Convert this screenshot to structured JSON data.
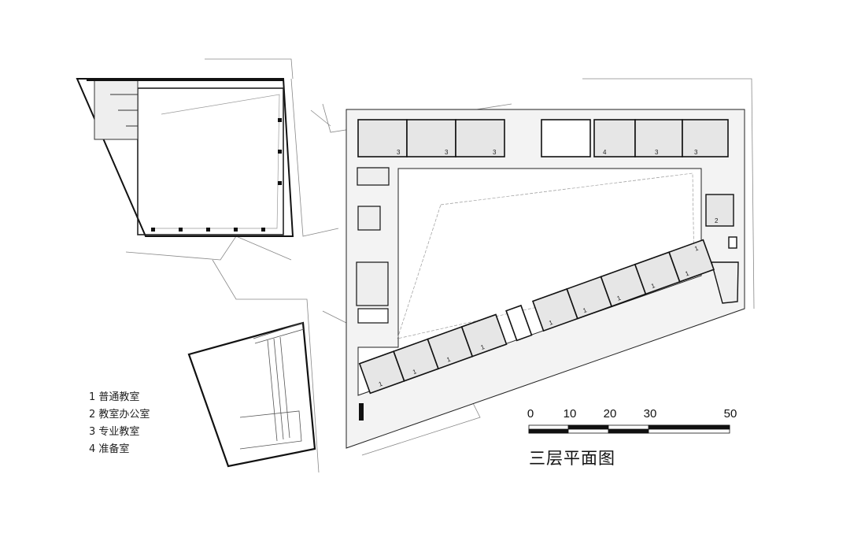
{
  "plan": {
    "title": "三层平面图",
    "legend": [
      {
        "num": "1",
        "label": "普通教室"
      },
      {
        "num": "2",
        "label": "教室办公室"
      },
      {
        "num": "3",
        "label": "专业教室"
      },
      {
        "num": "4",
        "label": "准备室"
      }
    ],
    "scale_ticks": [
      "0",
      "10",
      "20",
      "30",
      "50"
    ],
    "room_labels": {
      "top_row": [
        "3",
        "3",
        "3",
        "4",
        "3",
        "3"
      ],
      "right_wing": [
        "2"
      ],
      "diagonal_row": [
        "1",
        "1",
        "1",
        "1",
        "1",
        "1",
        "1",
        "1",
        "1",
        "1"
      ]
    }
  }
}
